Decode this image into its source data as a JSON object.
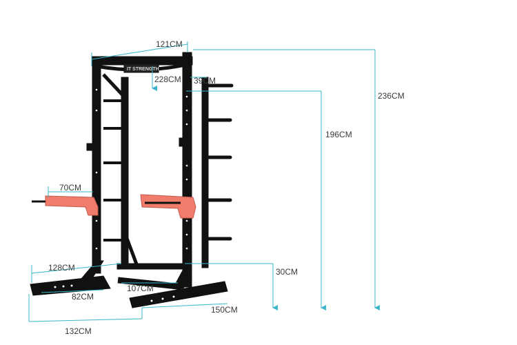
{
  "brand": {
    "logo_text": "IT STRENGTH"
  },
  "colors": {
    "dimension": "#3ab7c9",
    "frame": "#111111",
    "safety": "#f07c6c",
    "background": "#ffffff"
  },
  "dimensions": {
    "width_top": "121CM",
    "pullup_drop": "228CM",
    "upright_depth": "39CM",
    "height_total": "236CM",
    "height_upright": "196CM",
    "safety_arm": "70CM",
    "base_width": "128CM",
    "base_inner": "82CM",
    "base_gap": "107CM",
    "foot_height": "30CM",
    "foot_length": "150CM",
    "base_depth": "132CM"
  }
}
